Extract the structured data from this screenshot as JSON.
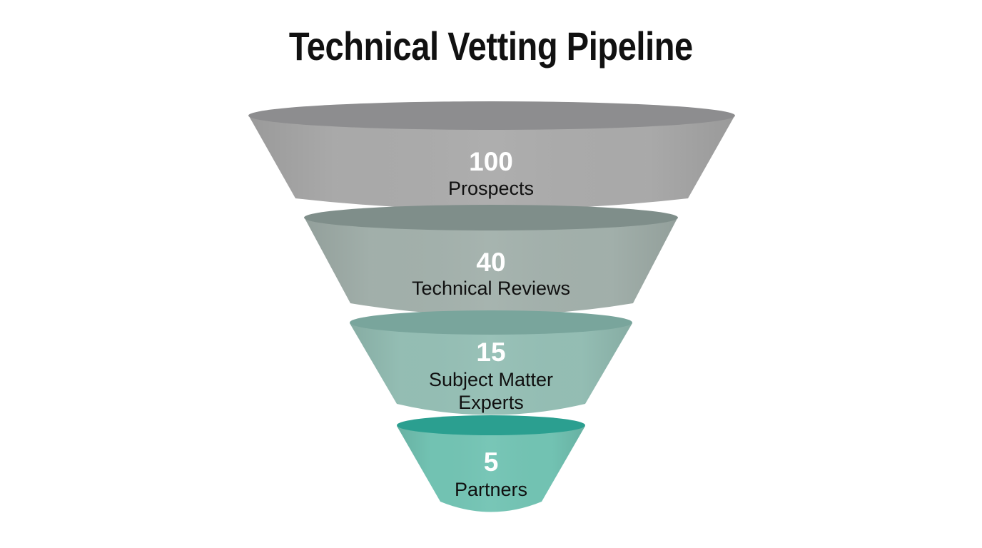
{
  "title": "Technical Vetting Pipeline",
  "chart_data": {
    "type": "funnel",
    "title": "Technical Vetting Pipeline",
    "orientation": "top-down",
    "background": "#ffffff",
    "value_text_color": "#ffffff",
    "label_text_color": "#101010",
    "stages": [
      {
        "value": 100,
        "label": "Prospects",
        "label_lines": [
          "Prospects"
        ],
        "color_top": "#8d8d8f",
        "color_body": "#ababab"
      },
      {
        "value": 40,
        "label": "Technical Reviews",
        "label_lines": [
          "Technical Reviews"
        ],
        "color_top": "#7f8e8a",
        "color_body": "#a3b1ac"
      },
      {
        "value": 15,
        "label": "Subject Matter Experts",
        "label_lines": [
          "Subject Matter",
          "Experts"
        ],
        "color_top": "#79a59c",
        "color_body": "#95bfb5"
      },
      {
        "value": 5,
        "label": "Partners",
        "label_lines": [
          "Partners"
        ],
        "color_top": "#2b9f90",
        "color_body": "#73c4b4"
      }
    ]
  }
}
